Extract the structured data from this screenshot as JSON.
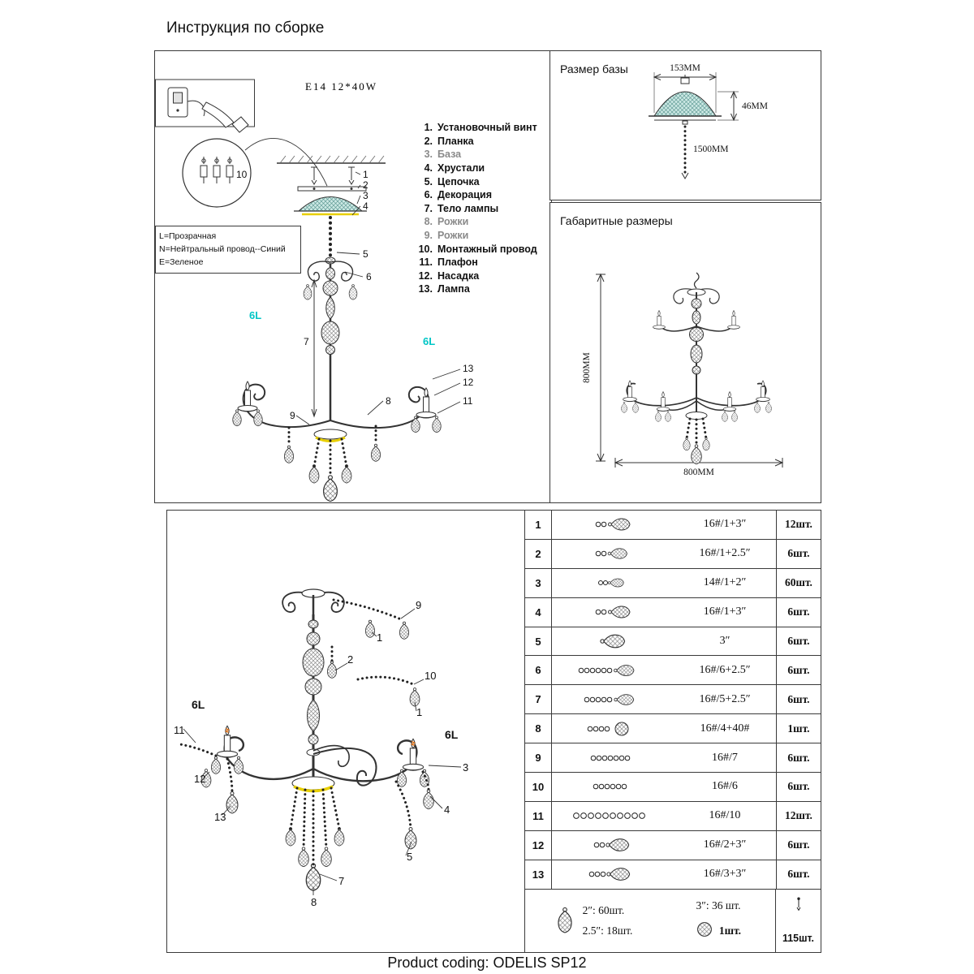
{
  "page": {
    "title": "Инструкция по сборке",
    "product_code": "Product coding: ODELIS SP12"
  },
  "colors": {
    "accent_cyan": "#00c6c6",
    "canopy_teal": "#cde9e5",
    "highlight_yellow": "#e8cf00",
    "filament_orange": "#e2761d"
  },
  "assembly": {
    "lamp_spec": "E14  12*40W",
    "six_l": "6L",
    "parts": [
      {
        "num": "1.",
        "label": "Установочный винт"
      },
      {
        "num": "2.",
        "label": "Планка"
      },
      {
        "num": "3.",
        "label": "База"
      },
      {
        "num": "4.",
        "label": "Хрустали"
      },
      {
        "num": "5.",
        "label": "Цепочка"
      },
      {
        "num": "6.",
        "label": "Декорация"
      },
      {
        "num": "7.",
        "label": "Тело лампы"
      },
      {
        "num": "8.",
        "label": "Рожки"
      },
      {
        "num": "9.",
        "label": "Рожки"
      },
      {
        "num": "10.",
        "label": "Монтажный провод"
      },
      {
        "num": "11.",
        "label": "Плафон"
      },
      {
        "num": "12.",
        "label": "Насадка"
      },
      {
        "num": "13.",
        "label": "Лампа"
      }
    ],
    "wire_legend": {
      "l": "L=Прозрачная",
      "n": "N=Нейтральный провод--Синий",
      "e": "E=Зеленое"
    },
    "callouts": {
      "c1": "1",
      "c2": "2",
      "c3": "3",
      "c4": "4",
      "c5": "5",
      "c6": "6",
      "c7": "7",
      "c8": "8",
      "c9": "9",
      "c10": "10",
      "c11": "11",
      "c12": "12",
      "c13": "13"
    }
  },
  "base_size": {
    "title": "Размер базы",
    "width": "153MM",
    "height": "46MM",
    "chain": "1500MM"
  },
  "overall": {
    "title": "Габаритные размеры",
    "height": "800MM",
    "width": "800MM"
  },
  "parts_table": {
    "rows": [
      {
        "num": "1",
        "icon": "bead-drop",
        "spec": "16#/1+3″",
        "qty": "12шт."
      },
      {
        "num": "2",
        "icon": "bead-drop",
        "spec": "16#/1+2.5″",
        "qty": "6шт."
      },
      {
        "num": "3",
        "icon": "bead-drop-small",
        "spec": "14#/1+2″",
        "qty": "60шт."
      },
      {
        "num": "4",
        "icon": "bead-drop",
        "spec": "16#/1+3″",
        "qty": "6шт."
      },
      {
        "num": "5",
        "icon": "drop",
        "spec": "3″",
        "qty": "6шт."
      },
      {
        "num": "6",
        "icon": "bead-chain-drop",
        "spec": "16#/6+2.5″",
        "qty": "6шт."
      },
      {
        "num": "7",
        "icon": "bead-chain-drop",
        "spec": "16#/5+2.5″",
        "qty": "6шт."
      },
      {
        "num": "8",
        "icon": "bead-chain-ball",
        "spec": "16#/4+40#",
        "qty": "1шт."
      },
      {
        "num": "9",
        "icon": "bead-chain",
        "spec": "16#/7",
        "qty": "6шт."
      },
      {
        "num": "10",
        "icon": "bead-chain",
        "spec": "16#/6",
        "qty": "6шт."
      },
      {
        "num": "11",
        "icon": "bead-ring-chain",
        "spec": "16#/10",
        "qty": "12шт."
      },
      {
        "num": "12",
        "icon": "bead-drop",
        "spec": "16#/2+3″",
        "qty": "6шт."
      },
      {
        "num": "13",
        "icon": "bead-drop",
        "spec": "16#/3+3″",
        "qty": "6шт."
      }
    ],
    "footer": {
      "size2": "2″: 60шт.",
      "size25": "2.5″: 18шт.",
      "size3": "3″: 36 шт.",
      "ball": "1шт.",
      "pin": "115шт."
    }
  }
}
